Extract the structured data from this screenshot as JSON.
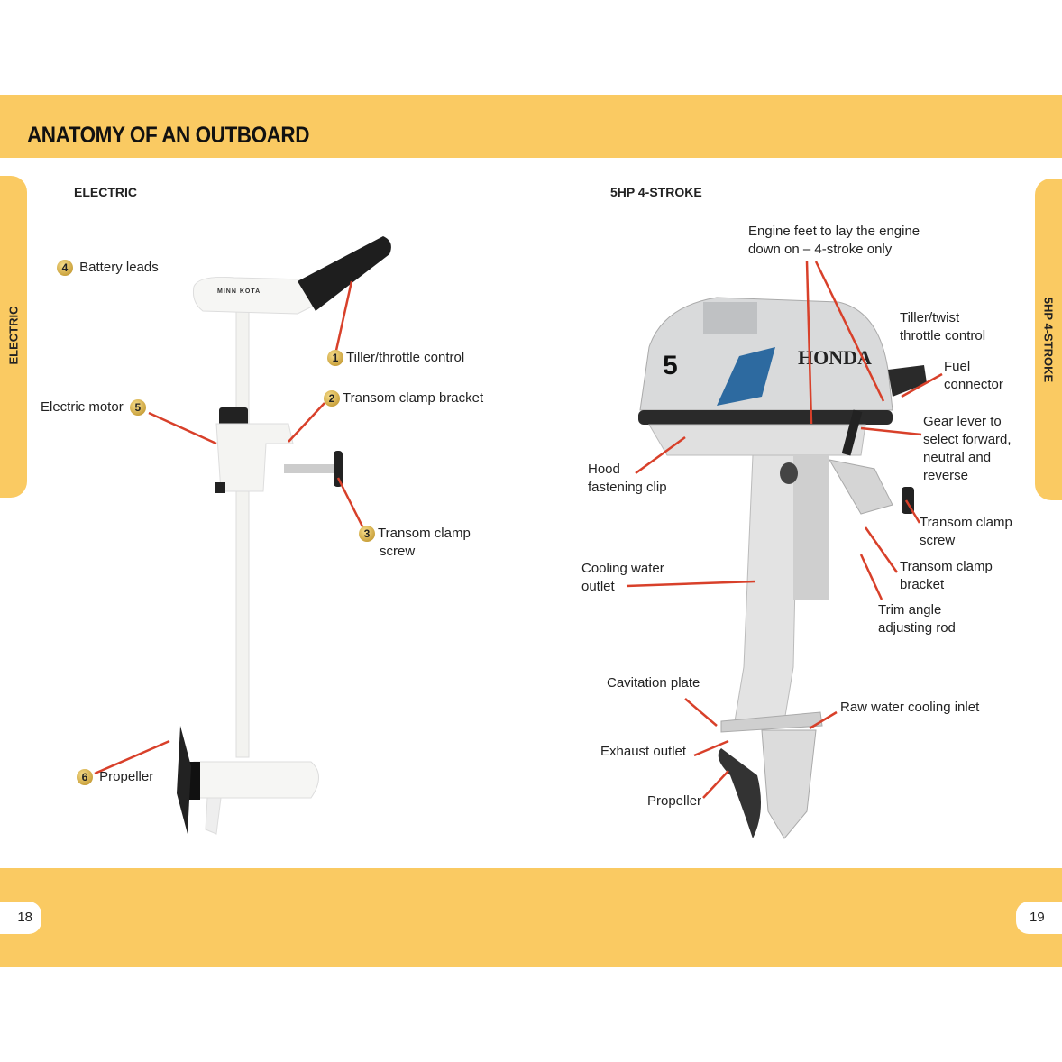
{
  "title": "ANATOMY OF AN OUTBOARD",
  "tabs": {
    "left": "ELECTRIC",
    "right": "5HP 4-STROKE"
  },
  "page_numbers": {
    "left": "18",
    "right": "19"
  },
  "colors": {
    "band": "#FACA62",
    "leader": "#d8402a"
  },
  "electric": {
    "heading": "ELECTRIC",
    "labels": [
      {
        "num": "1",
        "text": "Tiller/throttle control"
      },
      {
        "num": "2",
        "text": "Transom clamp bracket"
      },
      {
        "num": "3",
        "text": "Transom clamp",
        "text2": "screw"
      },
      {
        "num": "4",
        "text": "Battery leads"
      },
      {
        "num": "5",
        "text": "Electric motor"
      },
      {
        "num": "6",
        "text": "Propeller"
      }
    ],
    "brand": "MINN KOTA"
  },
  "four_stroke": {
    "heading": "5HP 4-STROKE",
    "brand": "HONDA",
    "badge": "5",
    "labels": [
      {
        "text": "Engine feet to lay the engine",
        "text2": "down on – 4-stroke only"
      },
      {
        "text": "Tiller/twist",
        "text2": "throttle control"
      },
      {
        "text": "Fuel",
        "text2": "connector"
      },
      {
        "text": "Gear lever to",
        "text2": "select forward,",
        "text3": "neutral and",
        "text4": "reverse"
      },
      {
        "text": "Hood",
        "text2": "fastening clip"
      },
      {
        "text": "Transom clamp",
        "text2": "screw"
      },
      {
        "text": "Cooling water",
        "text2": "outlet"
      },
      {
        "text": "Transom clamp",
        "text2": "bracket"
      },
      {
        "text": "Trim angle",
        "text2": "adjusting rod"
      },
      {
        "text": "Cavitation plate"
      },
      {
        "text": "Raw water cooling inlet"
      },
      {
        "text": "Exhaust outlet"
      },
      {
        "text": "Propeller"
      }
    ]
  }
}
